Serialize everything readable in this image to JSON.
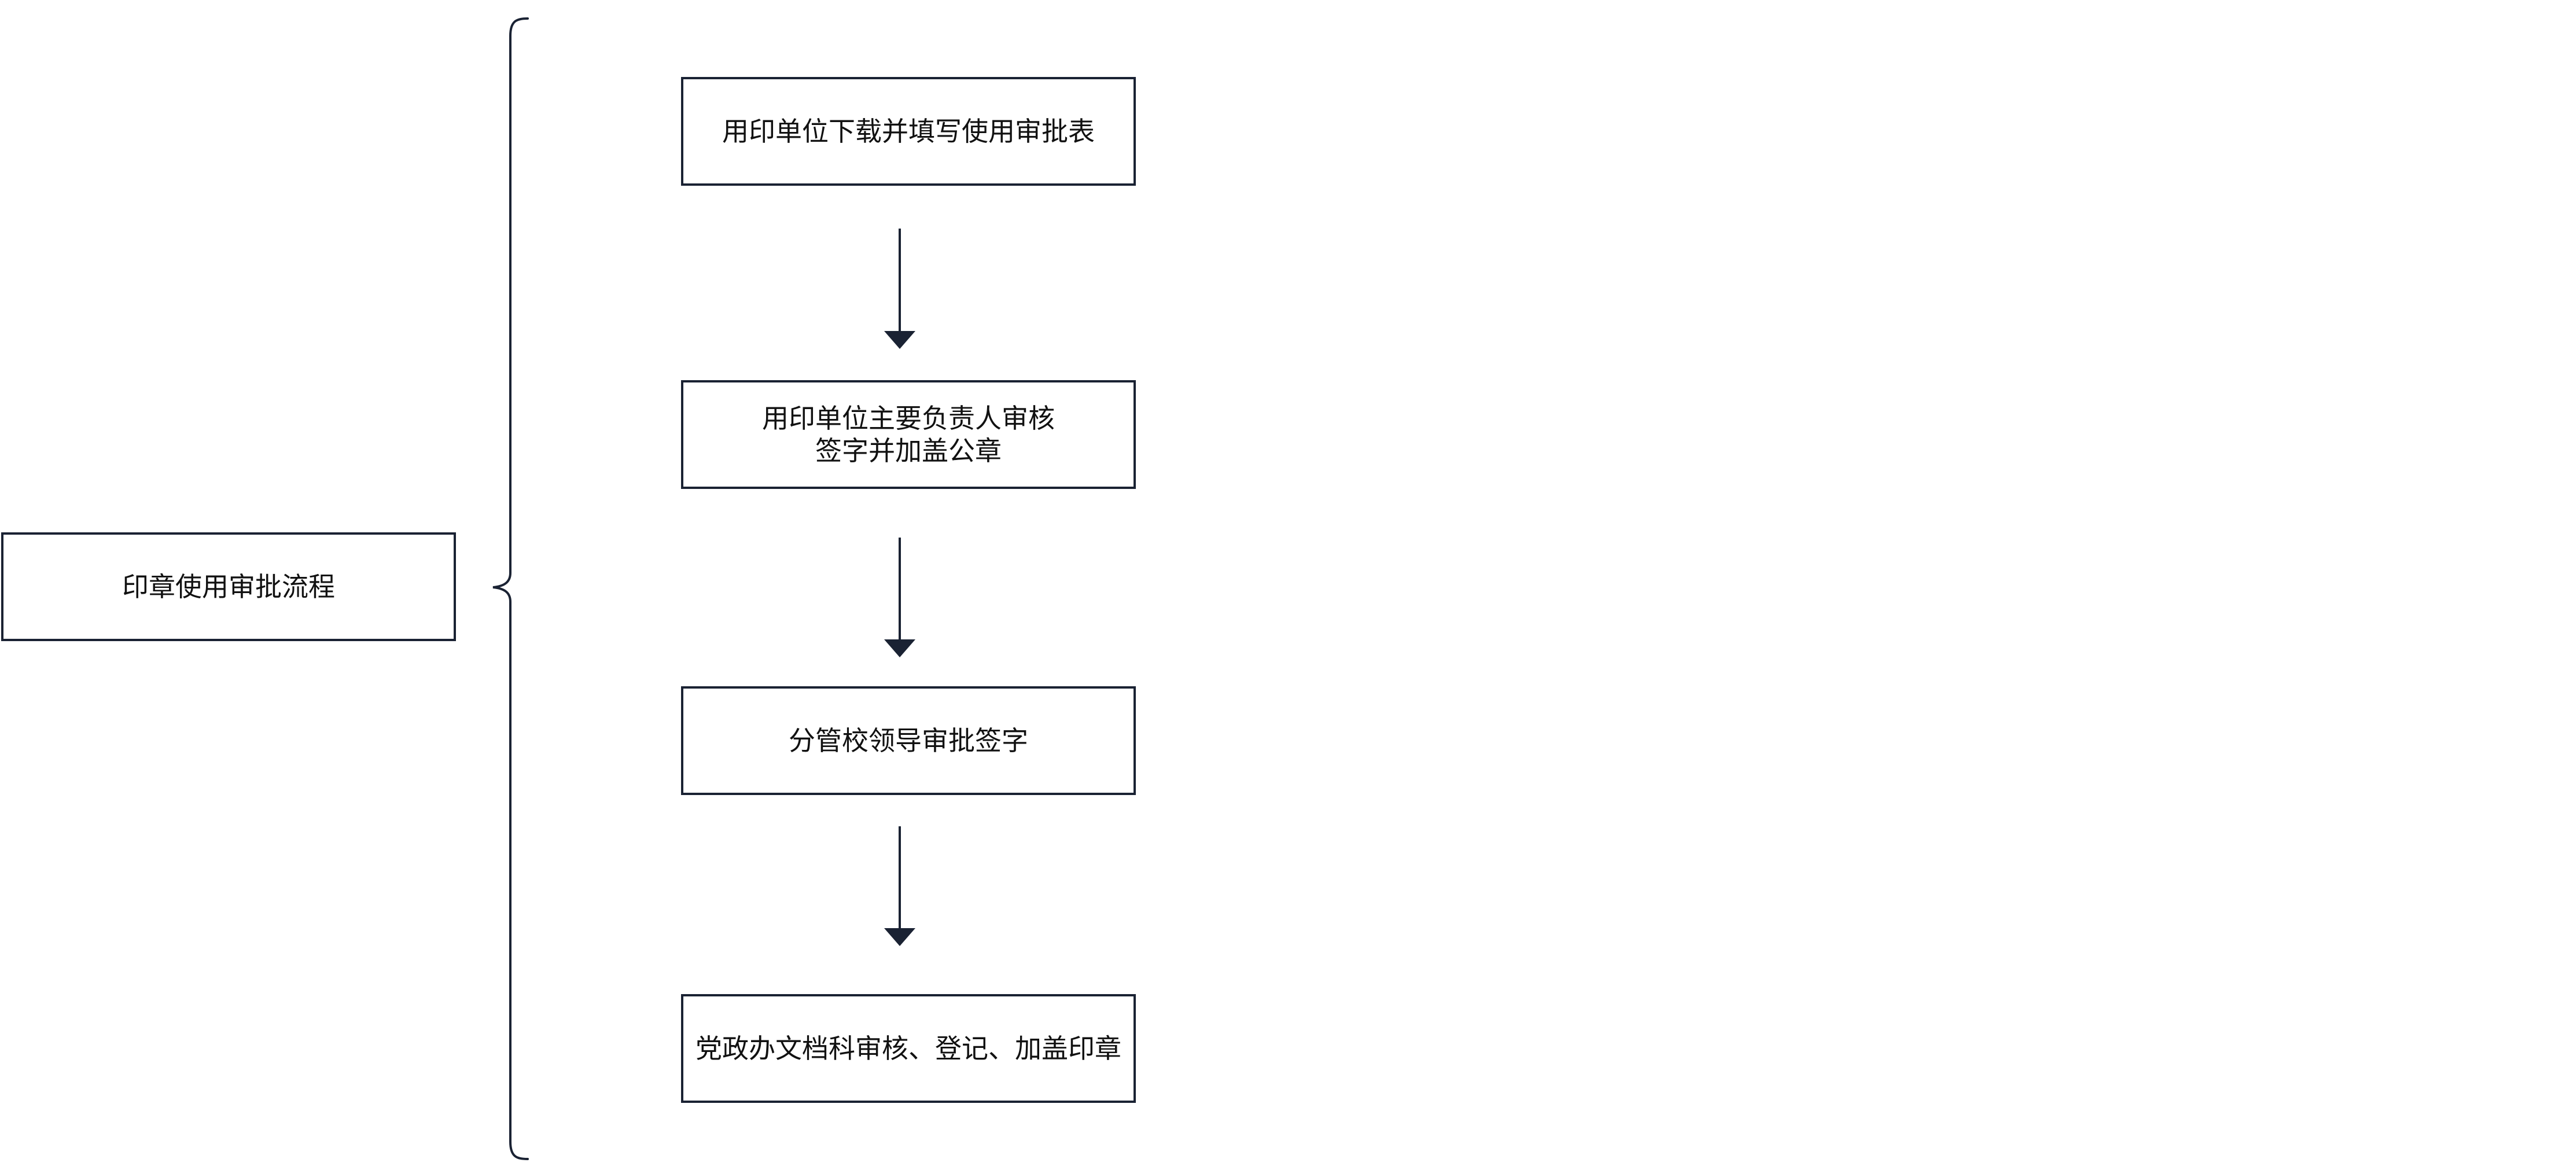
{
  "diagram": {
    "root": {
      "label": "印章使用审批流程"
    },
    "steps": [
      {
        "label": "用印单位下载并填写使用审批表"
      },
      {
        "label": "用印单位主要负责人审核\n签字并加盖公章"
      },
      {
        "label": "分管校领导审批签字"
      },
      {
        "label": "党政办文档科审核、登记、加盖印章"
      }
    ],
    "colors": {
      "stroke": "#1a2233",
      "text": "#111111",
      "background": "#ffffff"
    }
  }
}
